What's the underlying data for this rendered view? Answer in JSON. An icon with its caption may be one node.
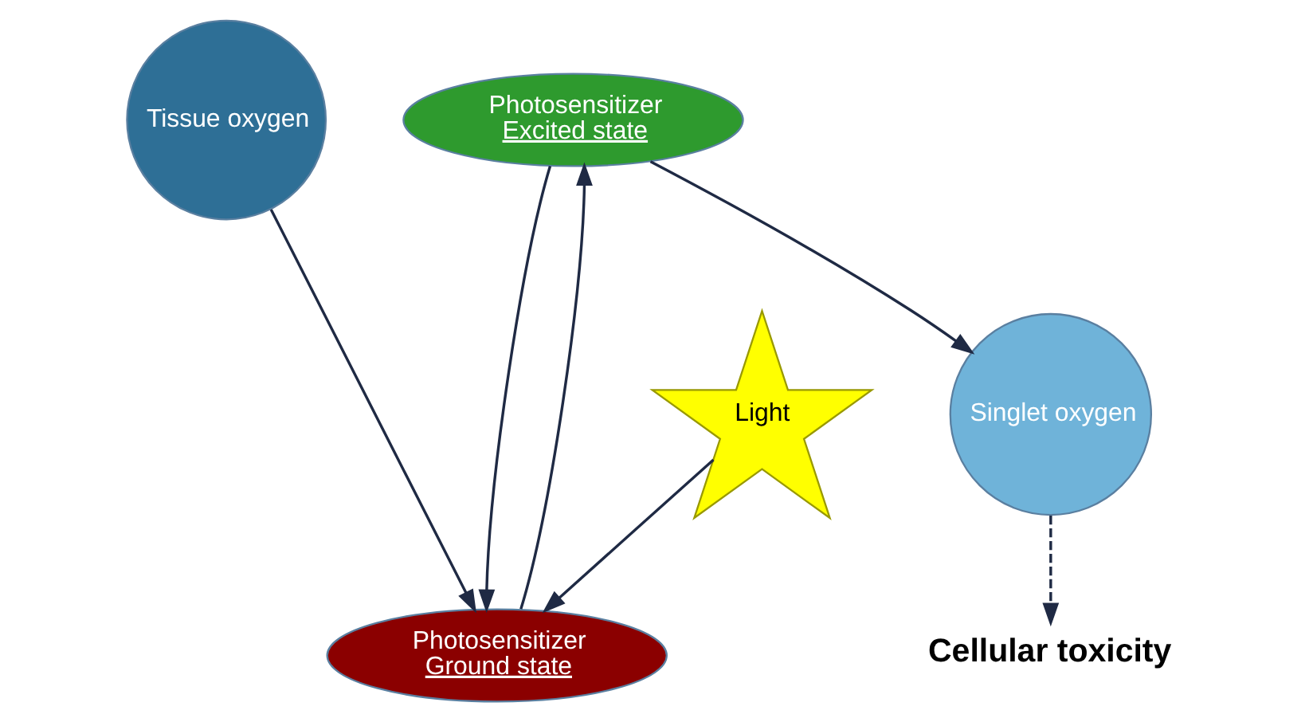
{
  "diagram": {
    "nodes": [
      {
        "text": [
          "Tissue oxygen"
        ]
      },
      {
        "text": [
          "Photosensitizer",
          "Excited state"
        ]
      },
      {
        "text": [
          "Singlet oxygen"
        ]
      },
      {
        "text": [
          "Light"
        ]
      },
      {
        "text": [
          "Photosensitizer",
          "Ground state"
        ]
      },
      {
        "text": [
          "Cellular toxicity"
        ]
      }
    ],
    "edges": [
      {
        "from": 0,
        "to": 4,
        "arrow": "to"
      },
      {
        "from": 1,
        "to": 2,
        "arrow": "to"
      },
      {
        "from": 4,
        "to": 1,
        "arrow": "to"
      },
      {
        "from": 1,
        "to": 4,
        "arrow": "to"
      },
      {
        "from": 3,
        "to": 4,
        "arrow": "to"
      },
      {
        "from": 2,
        "to": 5,
        "arrow": "to",
        "style": "dashed"
      }
    ]
  }
}
